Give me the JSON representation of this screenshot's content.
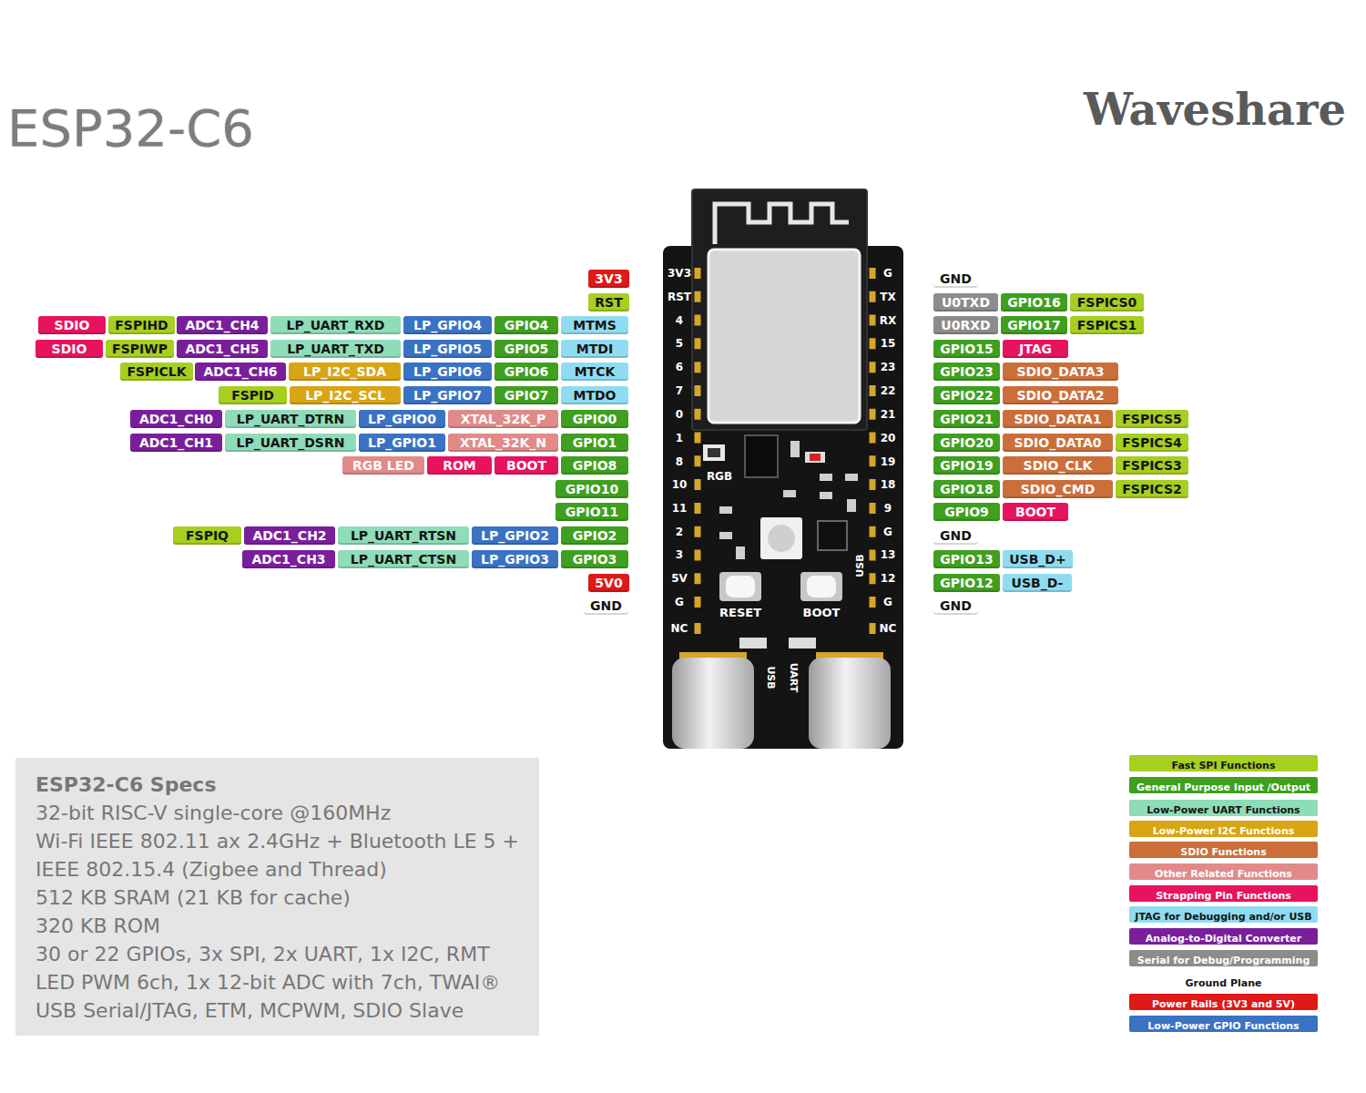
{
  "diagram": {
    "title": "ESP32-C6",
    "nodes": [
      {
        "text": [
          "3V3"
        ]
      },
      {
        "text": [
          "GND"
        ]
      },
      {
        "text": [
          "RST"
        ]
      },
      {
        "text": [
          "U0TXD"
        ]
      },
      {
        "text": [
          "GPIO16"
        ]
      },
      {
        "text": [
          "FSPICS0"
        ]
      },
      {
        "text": [
          "SDIO"
        ]
      },
      {
        "text": [
          "FSPIHD"
        ]
      },
      {
        "text": [
          "ADC1_CH4"
        ]
      },
      {
        "text": [
          "LP_UART_RXD"
        ]
      },
      {
        "text": [
          "LP_GPIO4"
        ]
      },
      {
        "text": [
          "GPIO4"
        ]
      },
      {
        "text": [
          "MTMS"
        ]
      },
      {
        "text": [
          "U0RXD"
        ]
      },
      {
        "text": [
          "GPIO17"
        ]
      },
      {
        "text": [
          "FSPICS1"
        ]
      },
      {
        "text": [
          "SDIO"
        ]
      },
      {
        "text": [
          "FSPIWP"
        ]
      },
      {
        "text": [
          "ADC1_CH5"
        ]
      },
      {
        "text": [
          "LP_UART_TXD"
        ]
      },
      {
        "text": [
          "LP_GPIO5"
        ]
      },
      {
        "text": [
          "GPIO5"
        ]
      },
      {
        "text": [
          "MTDI"
        ]
      },
      {
        "text": [
          "GPIO15"
        ]
      },
      {
        "text": [
          "JTAG"
        ]
      },
      {
        "text": [
          "FSPICLK"
        ]
      },
      {
        "text": [
          "ADC1_CH6"
        ]
      },
      {
        "text": [
          "LP_I2C_SDA"
        ]
      },
      {
        "text": [
          "LP_GPIO6"
        ]
      },
      {
        "text": [
          "GPIO6"
        ]
      },
      {
        "text": [
          "MTCK"
        ]
      },
      {
        "text": [
          "GPIO23"
        ]
      },
      {
        "text": [
          "SDIO_DATA3"
        ]
      },
      {
        "text": [
          "FSPID"
        ]
      },
      {
        "text": [
          "LP_I2C_SCL"
        ]
      },
      {
        "text": [
          "LP_GPIO7"
        ]
      },
      {
        "text": [
          "GPIO7"
        ]
      },
      {
        "text": [
          "MTDO"
        ]
      },
      {
        "text": [
          "GPIO22"
        ]
      },
      {
        "text": [
          "SDIO_DATA2"
        ]
      },
      {
        "text": [
          "ADC1_CH0"
        ]
      },
      {
        "text": [
          "LP_UART_DTRN"
        ]
      },
      {
        "text": [
          "LP_GPIO0"
        ]
      },
      {
        "text": [
          "XTAL_32K_P"
        ]
      },
      {
        "text": [
          "GPIO0"
        ]
      },
      {
        "text": [
          "GPIO21"
        ]
      },
      {
        "text": [
          "SDIO_DATA1"
        ]
      },
      {
        "text": [
          "FSPICS5"
        ]
      },
      {
        "text": [
          "ADC1_CH1"
        ]
      },
      {
        "text": [
          "LP_UART_DSRN"
        ]
      },
      {
        "text": [
          "LP_GPIO1"
        ]
      },
      {
        "text": [
          "XTAL_32K_N"
        ]
      },
      {
        "text": [
          "GPIO1"
        ]
      },
      {
        "text": [
          "GPIO20"
        ]
      },
      {
        "text": [
          "SDIO_DATA0"
        ]
      },
      {
        "text": [
          "FSPICS4"
        ]
      },
      {
        "text": [
          "RGB LED"
        ]
      },
      {
        "text": [
          "ROM"
        ]
      },
      {
        "text": [
          "BOOT"
        ]
      },
      {
        "text": [
          "GPIO8"
        ]
      },
      {
        "text": [
          "GPIO19"
        ]
      },
      {
        "text": [
          "SDIO_CLK"
        ]
      },
      {
        "text": [
          "FSPICS3"
        ]
      },
      {
        "text": [
          "GPIO10"
        ]
      },
      {
        "text": [
          "GPIO18"
        ]
      },
      {
        "text": [
          "SDIO_CMD"
        ]
      },
      {
        "text": [
          "FSPICS2"
        ]
      },
      {
        "text": [
          "GPIO11"
        ]
      },
      {
        "text": [
          "GPIO9"
        ]
      },
      {
        "text": [
          "BOOT"
        ]
      },
      {
        "text": [
          "FSPIQ"
        ]
      },
      {
        "text": [
          "ADC1_CH2"
        ]
      },
      {
        "text": [
          "LP_UART_RTSN"
        ]
      },
      {
        "text": [
          "LP_GPIO2"
        ]
      },
      {
        "text": [
          "GPIO2"
        ]
      },
      {
        "text": [
          "GND"
        ]
      },
      {
        "text": [
          "ADC1_CH3"
        ]
      },
      {
        "text": [
          "LP_UART_CTSN"
        ]
      },
      {
        "text": [
          "LP_GPIO3"
        ]
      },
      {
        "text": [
          "GPIO3"
        ]
      },
      {
        "text": [
          "GPIO13"
        ]
      },
      {
        "text": [
          "USB_D+"
        ]
      },
      {
        "text": [
          "5V0"
        ]
      },
      {
        "text": [
          "GPIO12"
        ]
      },
      {
        "text": [
          "USB_D-"
        ]
      },
      {
        "text": [
          "GND"
        ]
      },
      {
        "text": [
          "GND"
        ]
      },
      {
        "text": [
          "ESP32-C6 Specs",
          "32-bit RISC-V single-core @160MHz",
          "Wi-Fi IEEE 802.11 ax 2.4GHz + Bluetooth LE 5 + IEEE 802.15.4 (Zigbee and Thread)",
          "512 KB SRAM (21 KB for cache)",
          "320 KB ROM",
          "30 or 22 GPIOs, 3x SPI, 2x UART, 1x I2C, RMT",
          "LED PWM 6ch, 1x 12-bit ADC with 7ch, TWAI®",
          "USB Serial/JTAG, ETM, MCPWM, SDIO Slave"
        ]
      }
    ],
    "labels": [
      "Waveshare",
      "3V3",
      "RST",
      "4",
      "5",
      "6",
      "7",
      "0",
      "1",
      "8",
      "10",
      "11",
      "2",
      "3",
      "5V",
      "G",
      "NC",
      "G",
      "TX",
      "RX",
      "15",
      "23",
      "22",
      "21",
      "20",
      "19",
      "18",
      "9",
      "G",
      "13",
      "12",
      "G",
      "NC",
      "RGB",
      "RESET",
      "BOOT",
      "USB",
      "USB",
      "UART"
    ],
    "legend": [
      {
        "text": "Fast SPI Functions",
        "color": "#a6cf1f"
      },
      {
        "text": "General Purpose Input /Output",
        "color": "#3f9f1f"
      },
      {
        "text": "Low-Power UART Functions",
        "color": "#8edcb8"
      },
      {
        "text": "Low-Power I2C Functions",
        "color": "#d8a514"
      },
      {
        "text": "SDIO Functions",
        "color": "#cc6e3a"
      },
      {
        "text": "Other Related Functions",
        "color": "#e28a8a"
      },
      {
        "text": "Strapping Pin Functions",
        "color": "#e8135f"
      },
      {
        "text": "JTAG for Debugging and/or USB",
        "color": "#8fdcf2"
      },
      {
        "text": "Analog-to-Digital Converter",
        "color": "#7a1f9c"
      },
      {
        "text": "Serial for Debug/Programming",
        "color": "#8c8c8c"
      },
      {
        "text": "Ground Plane",
        "color": "#ffffff"
      },
      {
        "text": "Power Rails (3V3 and 5V)",
        "color": "#e01818"
      },
      {
        "text": "Low-Power GPIO Functions",
        "color": "#3a72c4"
      }
    ]
  }
}
